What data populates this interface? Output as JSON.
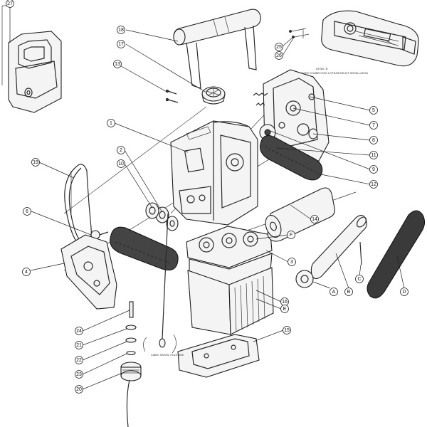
{
  "callouts": [
    {
      "id": "27"
    },
    {
      "id": "18"
    },
    {
      "id": "17"
    },
    {
      "id": "13"
    },
    {
      "id": "25"
    },
    {
      "id": "26"
    },
    {
      "id": "1"
    },
    {
      "id": "5"
    },
    {
      "id": "7"
    },
    {
      "id": "8"
    },
    {
      "id": "2"
    },
    {
      "id": "10"
    },
    {
      "id": "19"
    },
    {
      "id": "11"
    },
    {
      "id": "9"
    },
    {
      "id": "12"
    },
    {
      "id": "6"
    },
    {
      "id": "14"
    },
    {
      "id": "F"
    },
    {
      "id": "4"
    },
    {
      "id": "3"
    },
    {
      "id": "C"
    },
    {
      "id": "A"
    },
    {
      "id": "B"
    },
    {
      "id": "D"
    },
    {
      "id": "16"
    },
    {
      "id": "E"
    },
    {
      "id": "24"
    },
    {
      "id": "21"
    },
    {
      "id": "22"
    },
    {
      "id": "23"
    },
    {
      "id": "20"
    },
    {
      "id": "15"
    }
  ],
  "detail": {
    "title": "DETAIL  'B'",
    "caption": "CORD CONNECTION & STRAIN RELIEF INSTALLATION"
  },
  "cable_note": "CABLE SWIVEL HOLE SIDE"
}
